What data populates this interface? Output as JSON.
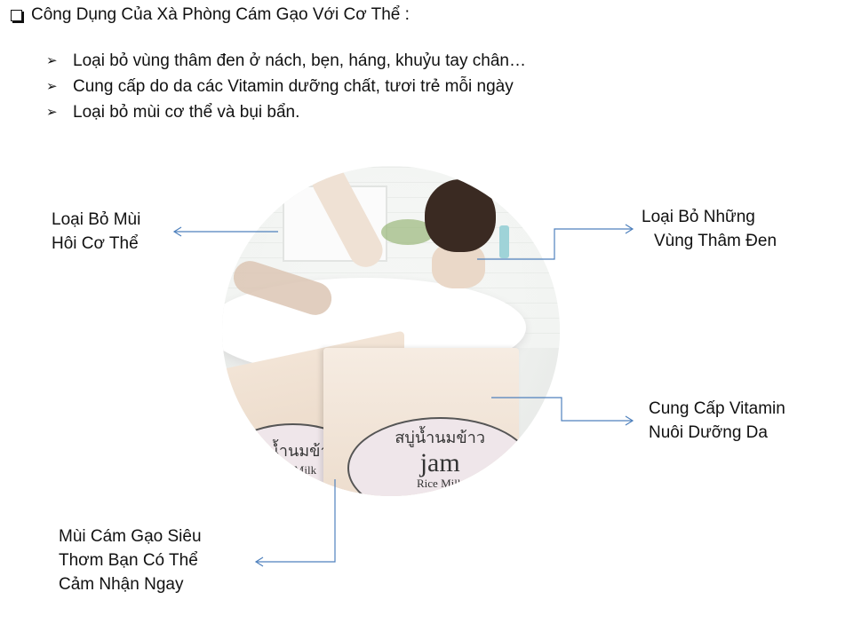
{
  "title": {
    "icon": "hollow-square-bullet",
    "text": "Công Dụng Của Xà Phòng Cám Gạo Với Cơ Thể :"
  },
  "bullets": {
    "icon": "arrowhead-bullet",
    "icon_glyph": "➢",
    "items": [
      "Loại bỏ vùng thâm đen ở nách, bẹn, háng, khuỷu tay chân…",
      "Cung cấp do da các Vitamin dưỡng chất, tươi trẻ mỗi ngày",
      "Loại bỏ mùi cơ thể và bụi bẩn."
    ]
  },
  "photo": {
    "description": "circular-photo-woman-bath-rice-milk-soap",
    "soap_label": {
      "thai": "สบู่น้ำนมข้าว",
      "brand": "jam",
      "sub": "Rice Milk"
    }
  },
  "callouts": {
    "top_left": [
      "Loại Bỏ Mùi",
      "Hôi Cơ Thể"
    ],
    "top_right": [
      "Loại Bỏ Những",
      "Vùng Thâm Đen"
    ],
    "mid_right": [
      "Cung Cấp Vitamin",
      "Nuôi Dưỡng Da"
    ],
    "bottom_left": [
      "Mùi Cám Gạo Siêu",
      "Thơm Bạn Có Thể",
      "Cảm Nhận Ngay"
    ]
  },
  "colors": {
    "connector": "#4f81bd",
    "text": "#111111",
    "background": "#ffffff"
  }
}
